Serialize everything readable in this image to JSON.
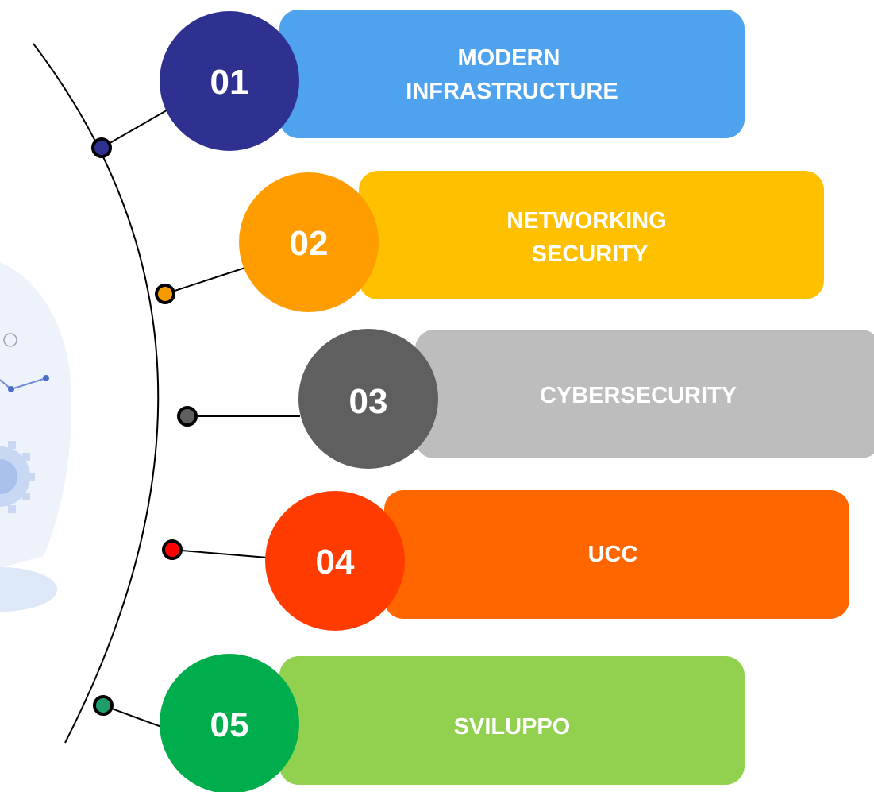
{
  "steps": [
    {
      "number": "01",
      "label_lines": [
        "MODERN",
        "INFRASTRUCTURE"
      ],
      "circle_color": "#2E3190",
      "box_color": "#4EA2EE",
      "dot_color": "#2E3190"
    },
    {
      "number": "02",
      "label_lines": [
        "NETWORKING",
        "SECURITY"
      ],
      "circle_color": "#FF9D00",
      "box_color": "#FFC000",
      "dot_color": "#F59A00"
    },
    {
      "number": "03",
      "label_lines": [
        "CYBERSECURITY"
      ],
      "circle_color": "#5F5F5F",
      "box_color": "#BDBDBD",
      "dot_color": "#5F5F5F"
    },
    {
      "number": "04",
      "label_lines": [
        "UCC"
      ],
      "circle_color": "#FF3B00",
      "box_color": "#FF6600",
      "dot_color": "#FF0000"
    },
    {
      "number": "05",
      "label_lines": [
        "SVILUPPO"
      ],
      "circle_color": "#00AD4D",
      "box_color": "#92D050",
      "dot_color": "#1E9E6A"
    }
  ]
}
